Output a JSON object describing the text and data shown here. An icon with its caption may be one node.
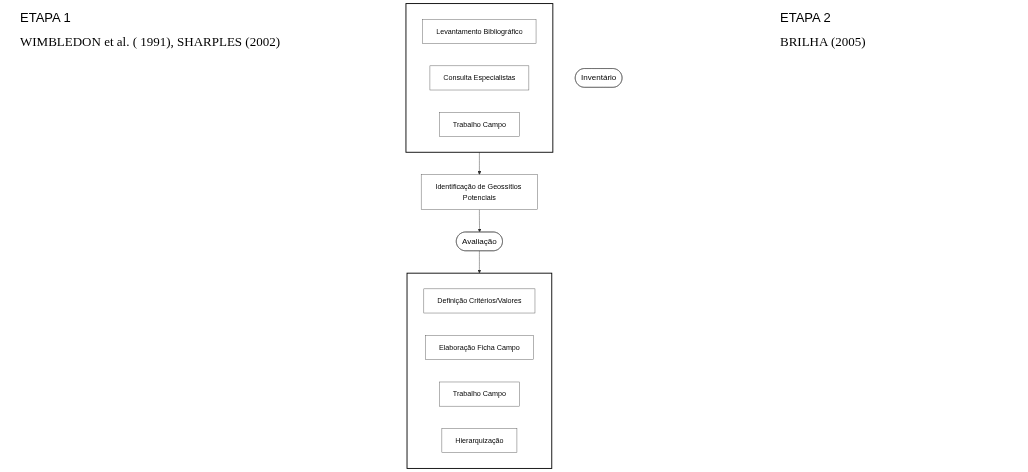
{
  "diagram": {
    "nodes": [
      {
        "text": [
          "Inventário"
        ]
      },
      {
        "text": [],
        "shape": "box"
      },
      {
        "text": [
          "Levantamento Bibliográfico"
        ],
        "in": 1
      },
      {
        "text": [
          "Consulta Especialistas"
        ],
        "in": 1
      },
      {
        "text": [
          "Trabalho Campo"
        ],
        "in": 1
      },
      {
        "text": [
          "Identificação de Geossítios Potenciais"
        ]
      },
      {
        "text": [
          "Avaliação"
        ]
      },
      {
        "text": [],
        "shape": "box"
      },
      {
        "text": [
          "Definição Critérios/Valores"
        ],
        "in": 7
      },
      {
        "text": [
          "Elaboração Ficha Campo"
        ],
        "in": 7
      },
      {
        "text": [
          "Trabalho Campo"
        ],
        "in": 7
      },
      {
        "text": [
          "Hierarquização"
        ],
        "in": 7
      }
    ],
    "edges": [
      {
        "from": 1,
        "to": 5,
        "arrow": "to"
      },
      {
        "from": 5,
        "to": 6,
        "arrow": "to"
      },
      {
        "from": 6,
        "to": 7,
        "arrow": "to"
      }
    ],
    "labels": [
      "ETAPA 1",
      "WIMBLEDON et al. ( 1991), SHARPLES (2002)",
      "ETAPA 2",
      "BRILHA (2005)"
    ]
  }
}
